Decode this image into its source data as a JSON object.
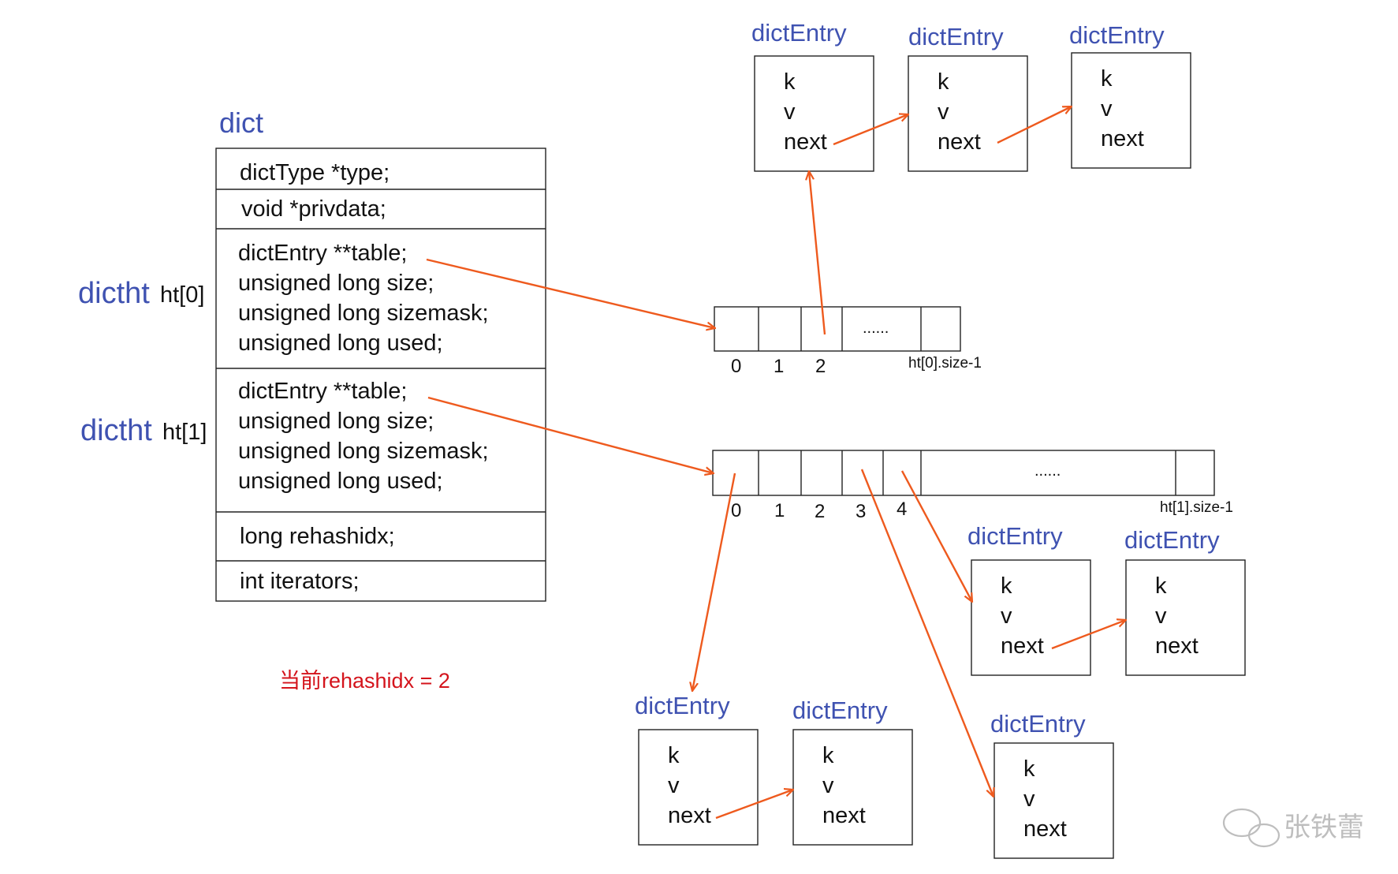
{
  "dict": {
    "title": "dict",
    "fields": {
      "type": "dictType *type;",
      "privdata": "void *privdata;",
      "ht0": [
        "dictEntry **table;",
        "unsigned long size;",
        "unsigned long sizemask;",
        "unsigned long used;"
      ],
      "ht1": [
        "dictEntry **table;",
        "unsigned long size;",
        "unsigned long sizemask;",
        "unsigned long used;"
      ],
      "rehashidx": "long rehashidx;",
      "iterators": "int iterators;"
    },
    "ht0_label": {
      "type": "dictht",
      "name": "ht[0]"
    },
    "ht1_label": {
      "type": "dictht",
      "name": "ht[1]"
    }
  },
  "table0": {
    "indices": [
      "0",
      "1",
      "2"
    ],
    "ellipsis": "......",
    "last_label": "ht[0].size-1"
  },
  "table1": {
    "indices": [
      "0",
      "1",
      "2",
      "3",
      "4"
    ],
    "ellipsis": "......",
    "last_label": "ht[1].size-1"
  },
  "entry": {
    "title": "dictEntry",
    "k": "k",
    "v": "v",
    "next": "next"
  },
  "note": "当前rehashidx = 2",
  "watermark": "张铁蕾",
  "colors": {
    "label_blue": "#3f52b1",
    "arrow_orange": "#ee5a1e",
    "note_red": "#d4141c"
  }
}
